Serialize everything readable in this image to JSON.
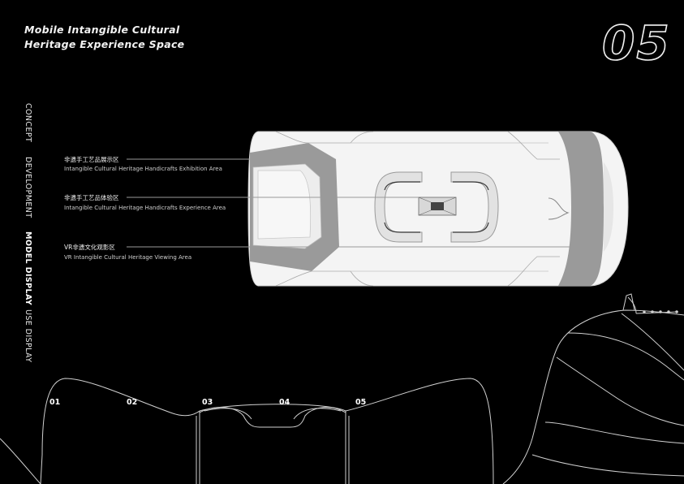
{
  "header": {
    "title_line1": "Mobile Intangible Cultural",
    "title_line2": "Heritage Experience Space",
    "page_number": "05"
  },
  "side_nav": {
    "items": [
      {
        "label": "CONCEPT",
        "active": false
      },
      {
        "label": "DEVELOPMENT",
        "active": false
      },
      {
        "label": "MODEL DISPLAY",
        "active": true
      },
      {
        "label": "USE DISPLAY",
        "active": false
      }
    ]
  },
  "callouts": [
    {
      "zh": "非遗手工艺品展示区",
      "en": "Intangible Cultural Heritage Handicrafts Exhibition Area"
    },
    {
      "zh": "非遗手工艺品体验区",
      "en": "Intangible Cultural Heritage Handicrafts Experience Area"
    },
    {
      "zh": "VR非遗文化观影区",
      "en": "VR Intangible Cultural Heritage Viewing Area"
    }
  ],
  "steps": [
    "01",
    "02",
    "03",
    "04",
    "05"
  ],
  "colors": {
    "background": "#000000",
    "vehicle_body": "#f4f4f4",
    "vehicle_shade": "#9a9a9a",
    "line": "#bdbdbd"
  }
}
